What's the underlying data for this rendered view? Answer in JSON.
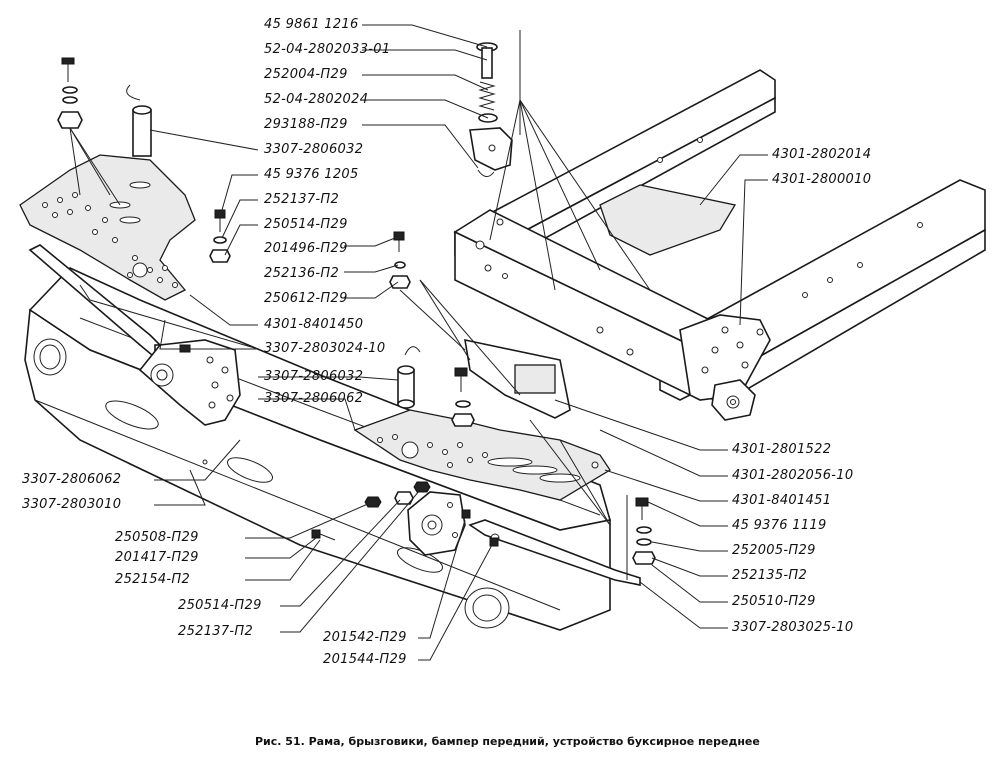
{
  "labels": {
    "l01": "45 9861 1216",
    "l02": "52-04-2802033-01",
    "l03": "252004-П29",
    "l04": "52-04-2802024",
    "l05": "293188-П29",
    "l06": "3307-2806032",
    "l07": "45 9376 1205",
    "l08": "252137-П2",
    "l09": "250514-П29",
    "l10": "201496-П29",
    "l11": "252136-П2",
    "l12": "250612-П29",
    "l13": "4301-8401450",
    "l14": "3307-2803024-10",
    "l15": "3307-2806032",
    "l16": "3307-2806062",
    "l17": "4301-2802014",
    "l18": "4301-2800010",
    "l19": "4301-2801522",
    "l20": "4301-2802056-10",
    "l21": "4301-8401451",
    "l22": "45 9376 1119",
    "l23": "252005-П29",
    "l24": "252135-П2",
    "l25": "250510-П29",
    "l26": "3307-2803025-10",
    "l27": "3307-2806062",
    "l28": "3307-2803010",
    "l29": "250508-П29",
    "l30": "201417-П29",
    "l31": "252154-П2",
    "l32": "250514-П29",
    "l33": "252137-П2",
    "l34": "201542-П29",
    "l35": "201544-П29"
  },
  "caption": "Рис. 51. Рама, брызговики, бампер передний, устройство буксирное переднее"
}
